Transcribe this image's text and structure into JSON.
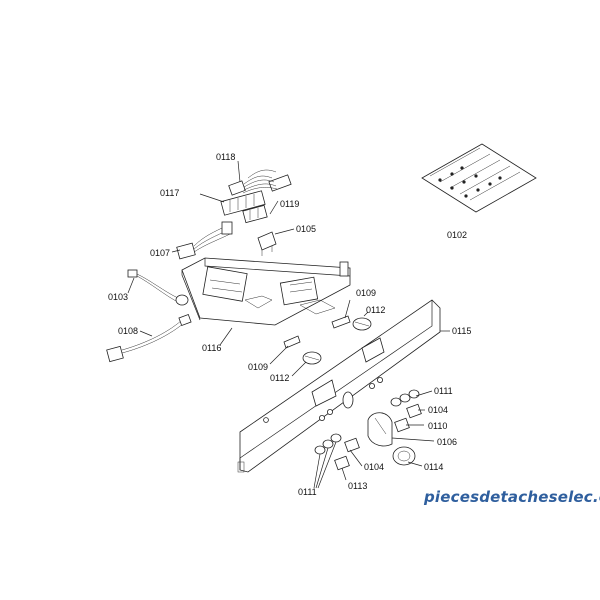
{
  "diagram": {
    "labels": {
      "p0118": "0118",
      "p0117": "0117",
      "p0119": "0119",
      "p0105": "0105",
      "p0107": "0107",
      "p0102": "0102",
      "p0103": "0103",
      "p0109a": "0109",
      "p0112a": "0112",
      "p0115": "0115",
      "p0108": "0108",
      "p0116": "0116",
      "p0109b": "0109",
      "p0112b": "0112",
      "p0111a": "0111",
      "p0104a": "0104",
      "p0110": "0110",
      "p0106": "0106",
      "p0114": "0114",
      "p0104b": "0104",
      "p0113": "0113",
      "p0111b": "0111"
    }
  },
  "watermark": {
    "text": "piecesdetacheselec.com",
    "color": "#2f5f9e"
  }
}
